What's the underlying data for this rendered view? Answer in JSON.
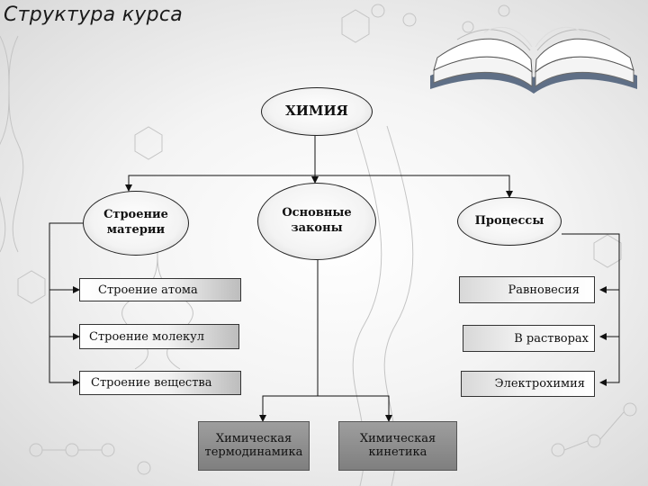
{
  "title": "Структура курса",
  "diagram": {
    "root": "ХИМИЯ",
    "branches": {
      "structure": "Строение материи",
      "laws": "Основные законы",
      "processes": "Процессы"
    },
    "structure_items": [
      "Строение атома",
      "Строение молекул",
      "Строение вещества"
    ],
    "process_items": [
      "Равновесия",
      "В растворах",
      "Электрохимия"
    ],
    "law_items": [
      "Химическая термодинамика",
      "Химическая кинетика"
    ]
  },
  "colors": {
    "background": "#e9e9e9",
    "outline": "#222222",
    "dark_box": "#8a8a8a"
  },
  "decor": {
    "background": "chemistry-formula-watermark",
    "image": "open-book-icon"
  }
}
